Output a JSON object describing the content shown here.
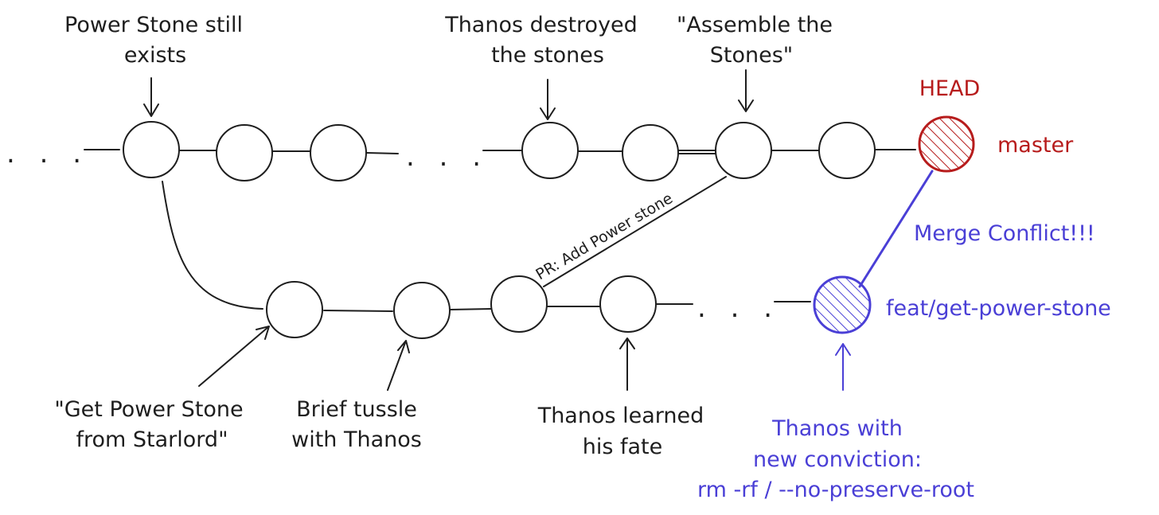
{
  "diagram": {
    "colors": {
      "ink": "#1e1e1e",
      "head": "#b71c1c",
      "branch": "#4a3fd6",
      "background": "#ffffff"
    },
    "ellipsis": ". . .",
    "master": {
      "head_label": "HEAD",
      "branch_label": "master",
      "annotations": {
        "power_stone": [
          "Power Stone still",
          "exists"
        ],
        "destroyed": [
          "Thanos destroyed",
          "the stones"
        ],
        "assemble": [
          "\"Assemble the",
          "Stones\""
        ]
      }
    },
    "feature": {
      "branch_label": "feat/get-power-stone",
      "pr_label": "PR: Add Power stone",
      "merge_conflict": "Merge Conflict!!!",
      "annotations": {
        "get_stone": [
          "\"Get Power Stone",
          "from Starlord\""
        ],
        "tussle": [
          "Brief tussle",
          "with Thanos"
        ],
        "fate": [
          "Thanos learned",
          "his fate"
        ],
        "conviction": [
          "Thanos with",
          "new conviction:",
          "rm -rf / --no-preserve-root"
        ]
      }
    }
  }
}
